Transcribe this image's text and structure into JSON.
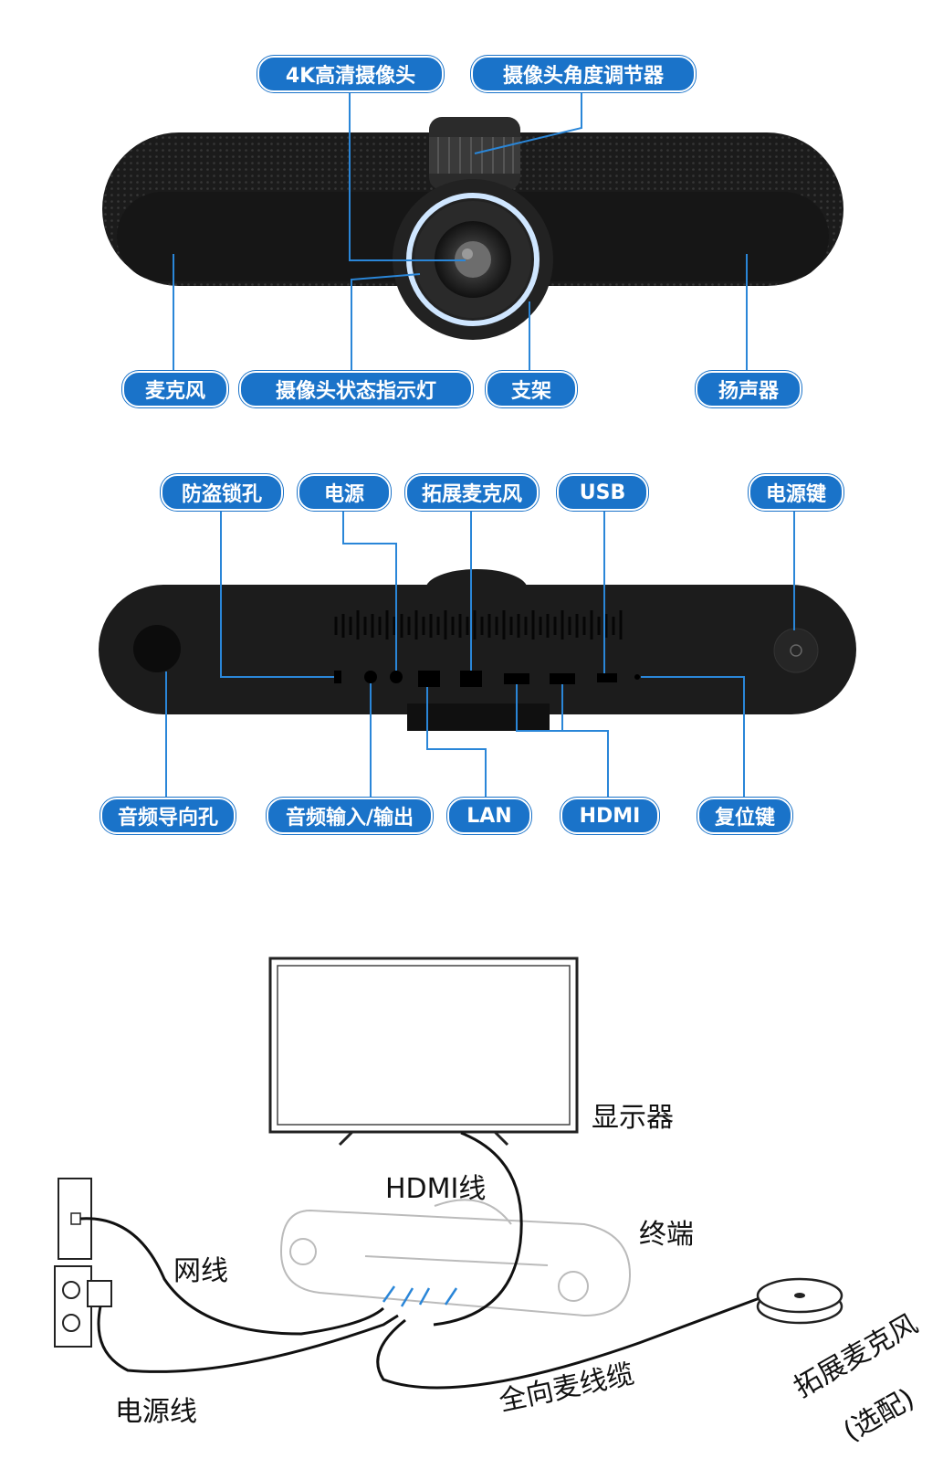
{
  "front_view": {
    "labels": {
      "camera": "4K高清摄像头",
      "angle_adjuster": "摄像头角度调节器",
      "microphone": "麦克风",
      "status_light": "摄像头状态指示灯",
      "stand": "支架",
      "speaker": "扬声器"
    }
  },
  "back_view": {
    "labels": {
      "lock_hole": "防盗锁孔",
      "power": "电源",
      "ext_mic": "拓展麦克风",
      "usb": "USB",
      "power_key": "电源键",
      "audio_guide": "音频导向孔",
      "audio_io": "音频输入/输出",
      "lan": "LAN",
      "hdmi": "HDMI",
      "reset": "复位键"
    }
  },
  "connection": {
    "display": "显示器",
    "hdmi_cable": "HDMI线",
    "terminal": "终端",
    "network_cable": "网线",
    "power_cable": "电源线",
    "mic_cable": "全向麦线缆",
    "ext_mic": "拓展麦克风",
    "optional": "(选配)"
  },
  "colors": {
    "label_bg": "#1a73c9",
    "device": "#1c1c1c",
    "leader": "#2a86d8"
  }
}
